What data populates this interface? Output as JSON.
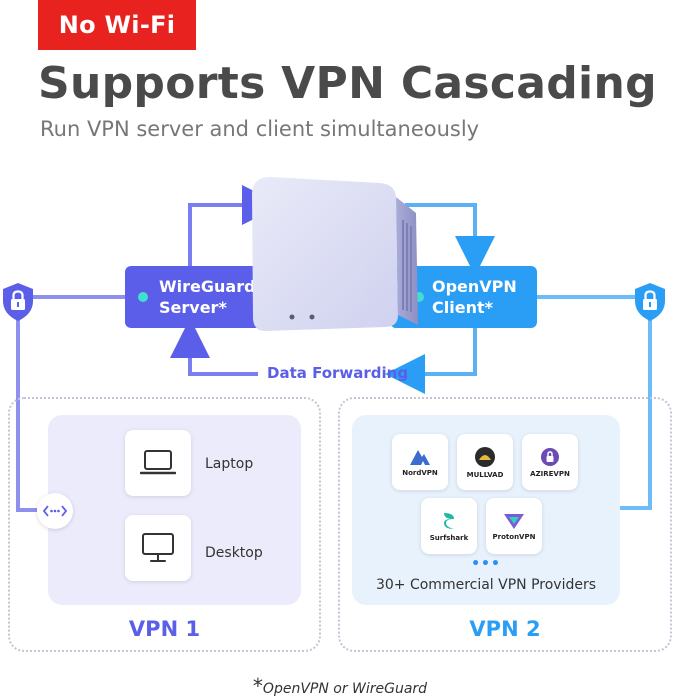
{
  "badge": "No Wi-Fi",
  "title": "Supports VPN Cascading",
  "subtitle": "Run VPN server and client simultaneously",
  "server_pill": {
    "line1": "WireGuard",
    "line2": "Server*"
  },
  "client_pill": {
    "line1": "OpenVPN",
    "line2": "Client*"
  },
  "data_forwarding": "Data Forwarding",
  "devices": [
    {
      "label": "Laptop"
    },
    {
      "label": "Desktop"
    }
  ],
  "providers": [
    {
      "name": "NordVPN"
    },
    {
      "name": "MULLVAD"
    },
    {
      "name": "AZIREVPN"
    },
    {
      "name": "Surfshark"
    },
    {
      "name": "ProtonVPN"
    }
  ],
  "providers_ellipsis": "•••",
  "providers_caption": "30+ Commercial VPN Providers",
  "vpn1_label": "VPN 1",
  "vpn2_label": "VPN 2",
  "footnote": {
    "star": "*",
    "text": "OpenVPN or WireGuard"
  },
  "colors": {
    "badge_red": "#e8231f",
    "purple": "#5a5ee8",
    "blue": "#2a9ef5",
    "teal_dot": "#3fe0d0"
  }
}
